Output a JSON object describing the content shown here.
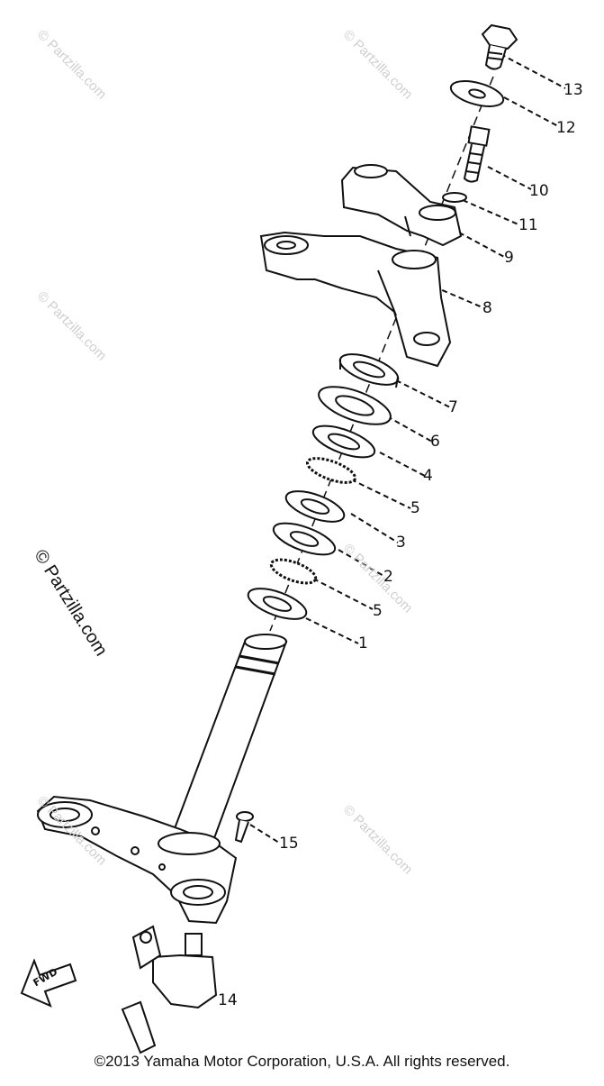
{
  "watermark": "© Partzilla.com",
  "copyright": "©2013 Yamaha Motor Corporation, U.S.A. All rights reserved.",
  "fwd_label": "FWD",
  "callouts": [
    "13",
    "12",
    "10",
    "11",
    "9",
    "8",
    "7",
    "6",
    "4",
    "5",
    "3",
    "2",
    "5",
    "1",
    "15",
    "14"
  ]
}
